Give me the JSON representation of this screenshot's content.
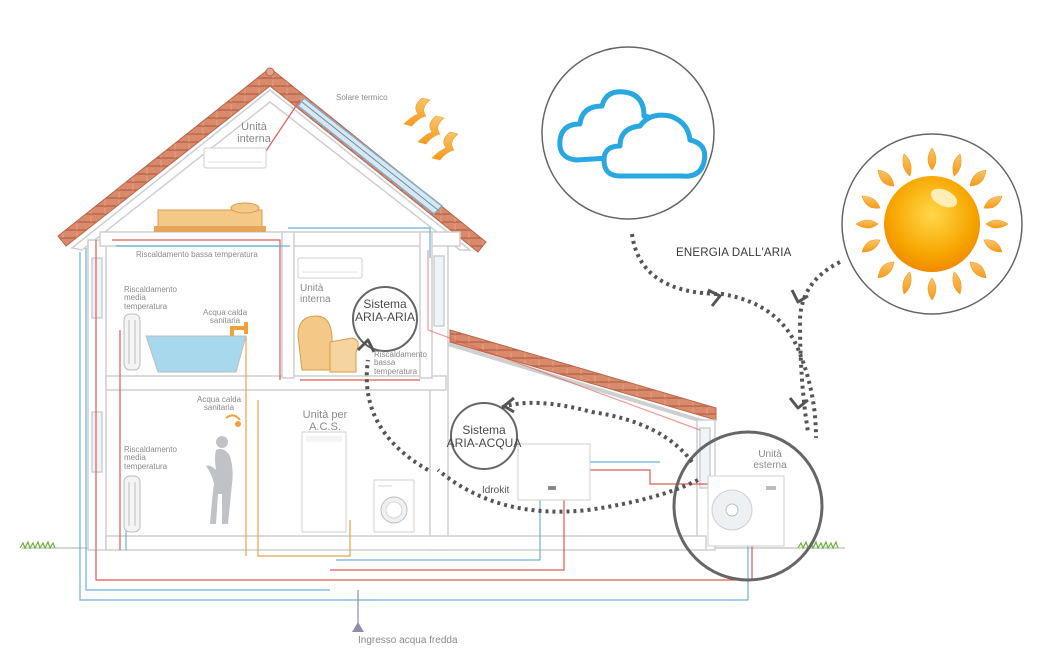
{
  "labels": {
    "solare_termico": "Solare termico",
    "unita_interna_top": [
      "Unità",
      "interna"
    ],
    "riscaldamento_bassa_top": "Riscaldamento bassa temperatura",
    "unita_interna_mid": [
      "Unità",
      "interna"
    ],
    "riscaldamento_media_1": [
      "Riscaldamento",
      "media",
      "temperatura"
    ],
    "acqua_calda_1": [
      "Acqua calda",
      "sanitaria"
    ],
    "riscaldamento_bassa_mid": [
      "Riscaldamento",
      "bassa",
      "temperatura"
    ],
    "acqua_calda_2": [
      "Acqua calda",
      "sanitaria"
    ],
    "riscaldamento_media_2": [
      "Riscaldamento",
      "media",
      "temperatura"
    ],
    "unita_acs": [
      "Unità per",
      "A.C.S."
    ],
    "idrokit": "Idrokit",
    "unita_esterna": [
      "Unità",
      "esterna"
    ],
    "ingresso_acqua": "Ingresso acqua fredda",
    "energia_aria": "ENERGIA DALL'ARIA"
  },
  "systems": {
    "aria_aria": [
      "Sistema",
      "ARIA-ARIA"
    ],
    "aria_acqua": [
      "Sistema",
      "ARIA-ACQUA"
    ]
  },
  "colors": {
    "cloud": "#28a7e0",
    "sun_outer": "#f7b500",
    "sun_inner": "#f08a00",
    "roof": "#c87a5a",
    "pipe_hot": "#e05a55",
    "pipe_cold": "#6ab0e0",
    "pipe_acs": "#e8a24a",
    "water": "#a8d8ec",
    "dotted": "#555555"
  },
  "icons": [
    "cloud-icon",
    "sun-icon",
    "solar-wind-arrows-icon",
    "tap-icon",
    "shower-icon",
    "water-inlet-arrow-icon"
  ]
}
